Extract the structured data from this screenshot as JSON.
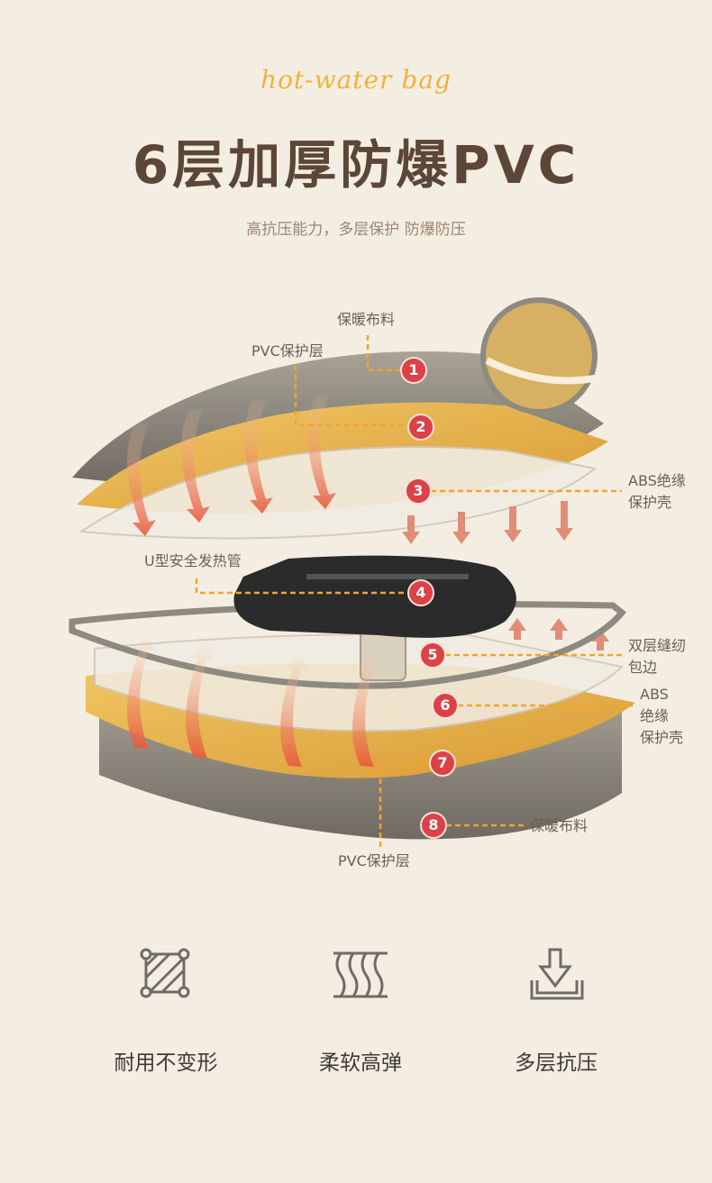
{
  "header": {
    "script_title": "hot-water bag",
    "title": "6层加厚防爆PVC",
    "subtitle": "高抗压能力，多层保护 防爆防压"
  },
  "diagram": {
    "labels": [
      {
        "num": "1",
        "text": "保暖布料"
      },
      {
        "num": "2",
        "text": "PVC保护层"
      },
      {
        "num": "3",
        "text": "ABS绝缘\n保护壳",
        "lines": [
          "ABS绝缘",
          "保护壳"
        ]
      },
      {
        "num": "4",
        "text": "U型安全发热管"
      },
      {
        "num": "5",
        "text": "双层缝纫\n包边",
        "lines": [
          "双层缝纫",
          "包边"
        ]
      },
      {
        "num": "6",
        "text": "ABS\n绝缘\n保护壳",
        "lines": [
          "ABS",
          "绝缘",
          "保护壳"
        ]
      },
      {
        "num": "7",
        "text": "PVC保护层"
      },
      {
        "num": "8",
        "text": "保暖布料"
      }
    ],
    "colors": {
      "badge": "#dc4148",
      "dash": "#f2a42c",
      "pad": "#e7b04a",
      "shell": "#8f8a80",
      "heater": "#2a2a2a"
    }
  },
  "features": [
    {
      "icon": "hatched-square-icon",
      "label": "耐用不变形"
    },
    {
      "icon": "spring-layers-icon",
      "label": "柔软高弹"
    },
    {
      "icon": "press-down-icon",
      "label": "多层抗压"
    }
  ]
}
